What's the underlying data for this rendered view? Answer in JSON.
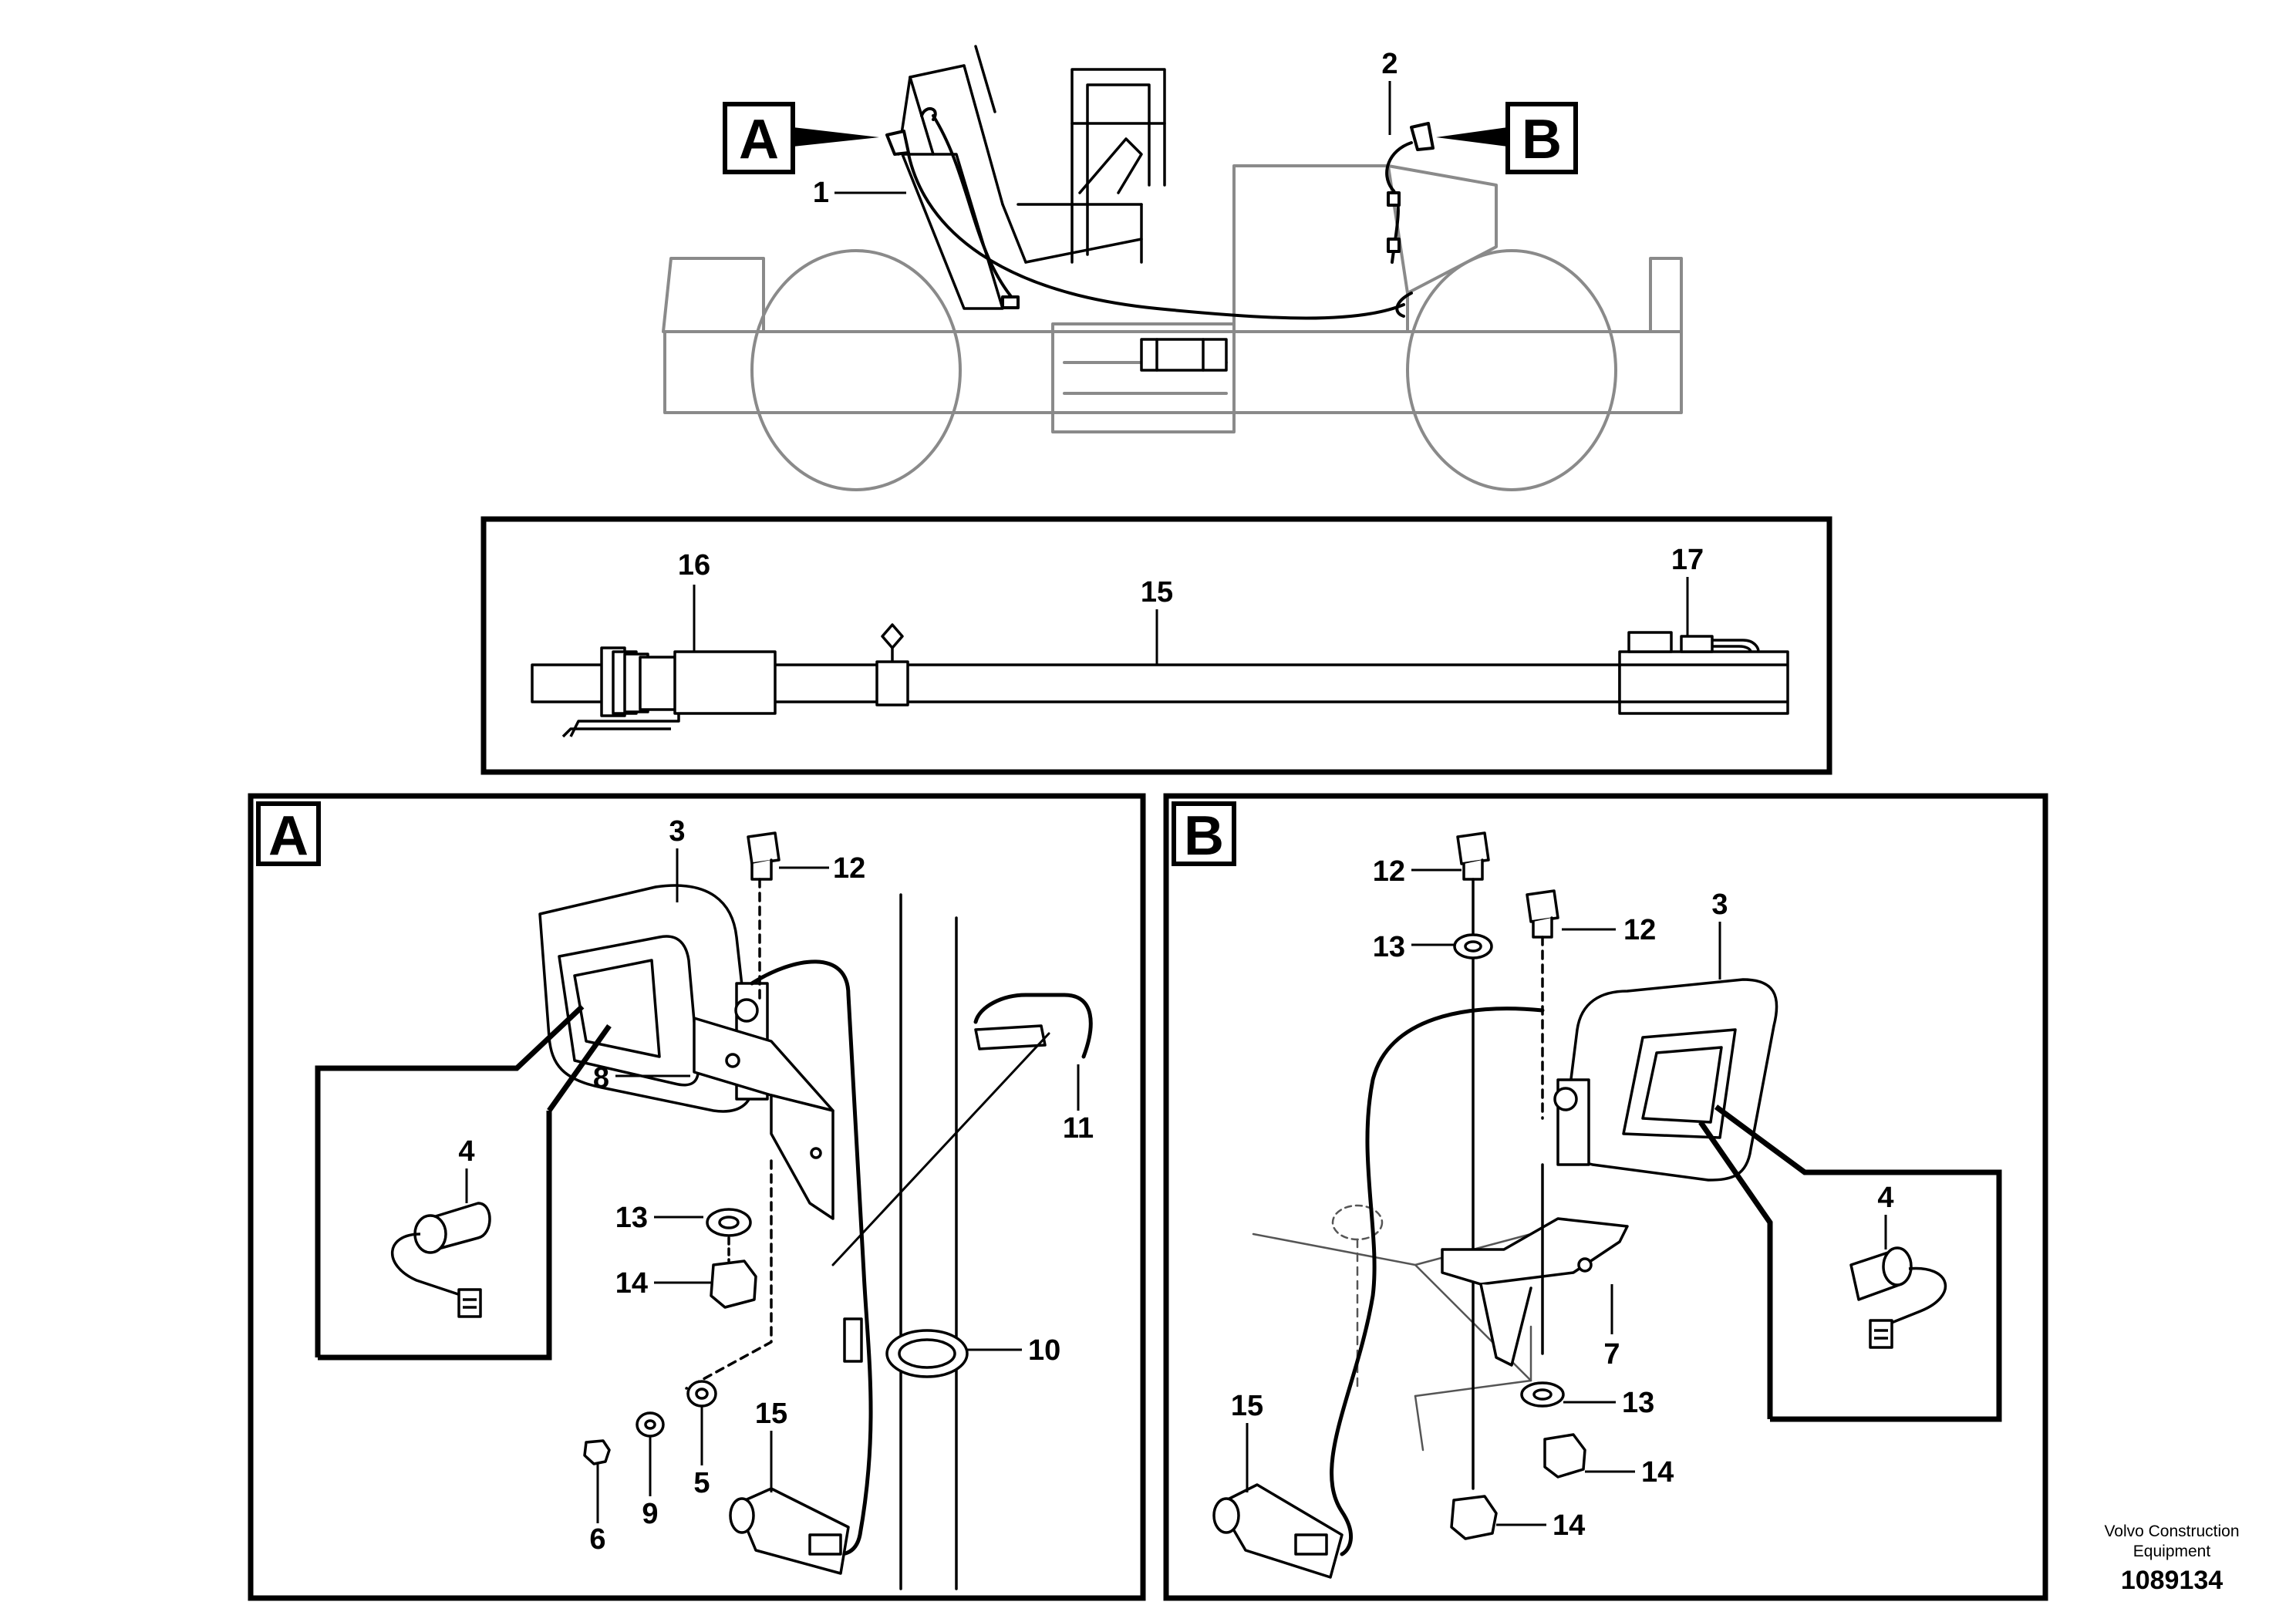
{
  "callouts": {
    "view_a": "A",
    "view_b": "B"
  },
  "overview": {
    "label_harness": "1",
    "label_lamp_rear": "2"
  },
  "harness_strip": {
    "label_connector_left": "16",
    "label_cable": "15",
    "label_connector_right": "17"
  },
  "detail_a": {
    "title": "A",
    "label_lamp": "3",
    "label_bolt": "12",
    "label_bulb": "4",
    "label_bracket": "8",
    "label_washer": "13",
    "label_nut": "14",
    "label_hook": "11",
    "label_clamp": "10",
    "label_cable": "15",
    "label_washer_5": "5",
    "label_washer_9": "9",
    "label_nut_6": "6"
  },
  "detail_b": {
    "title": "B",
    "label_bolt_1": "12",
    "label_bolt_2": "12",
    "label_washer_top": "13",
    "label_lamp": "3",
    "label_bulb": "4",
    "label_bracket": "7",
    "label_washer_bottom": "13",
    "label_nut_1": "14",
    "label_nut_2": "14",
    "label_cable": "15"
  },
  "footer": {
    "company_line1": "Volvo Construction",
    "company_line2": "Equipment",
    "drawing_number": "1089134"
  },
  "colors": {
    "ink": "#000000",
    "machine_outline": "#8a8a8a"
  }
}
